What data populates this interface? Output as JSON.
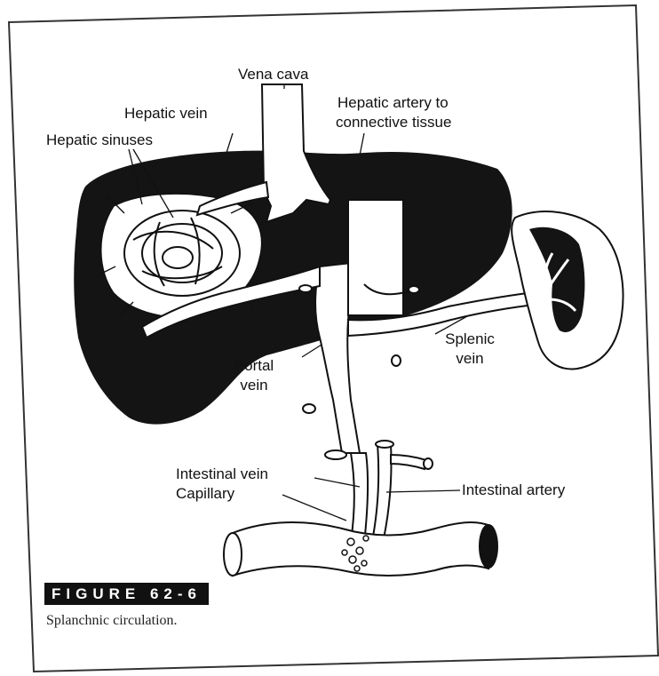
{
  "labels": {
    "vena_cava": "Vena cava",
    "hepatic_vein": "Hepatic vein",
    "hepatic_artery_line1": "Hepatic artery to",
    "hepatic_artery_line2": "connective tissue",
    "hepatic_sinuses": "Hepatic sinuses",
    "splenic_line1": "Splenic",
    "splenic_line2": "vein",
    "portal_line1": "Portal",
    "portal_line2": "vein",
    "intestinal_vein": "Intestinal vein",
    "capillary": "Capillary",
    "intestinal_artery": "Intestinal artery"
  },
  "figure": {
    "number": "FIGURE 62-6",
    "caption": "Splanchnic circulation."
  },
  "colors": {
    "ink": "#111111",
    "paper": "#ffffff",
    "frame": "#333333"
  }
}
